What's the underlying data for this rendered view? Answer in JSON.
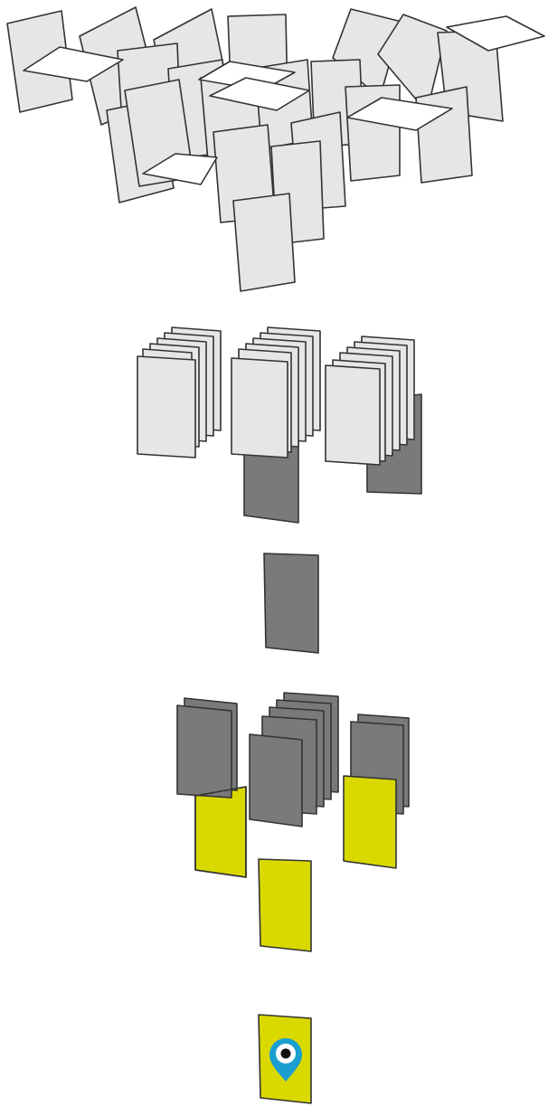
{
  "colors": {
    "background": "#ffffff",
    "sheet_light": "#e6e6e6",
    "sheet_flat": "#ffffff",
    "sheet_dark": "#7a7a7a",
    "sheet_yellow": "#d9d900",
    "outline": "#333333",
    "pin_ring": "#1a9fd0",
    "pin_inner": "#ffffff",
    "pin_dot": "#111111"
  },
  "stages": [
    {
      "name": "scattered-sheets",
      "description_count": 30
    },
    {
      "name": "three-light-stacks-with-dark-sheets"
    },
    {
      "name": "single-dark-sheet"
    },
    {
      "name": "three-dark-stacks-with-yellow-sheets"
    },
    {
      "name": "single-yellow-sheet-with-location-pin",
      "icon": "location-pin-icon"
    }
  ]
}
